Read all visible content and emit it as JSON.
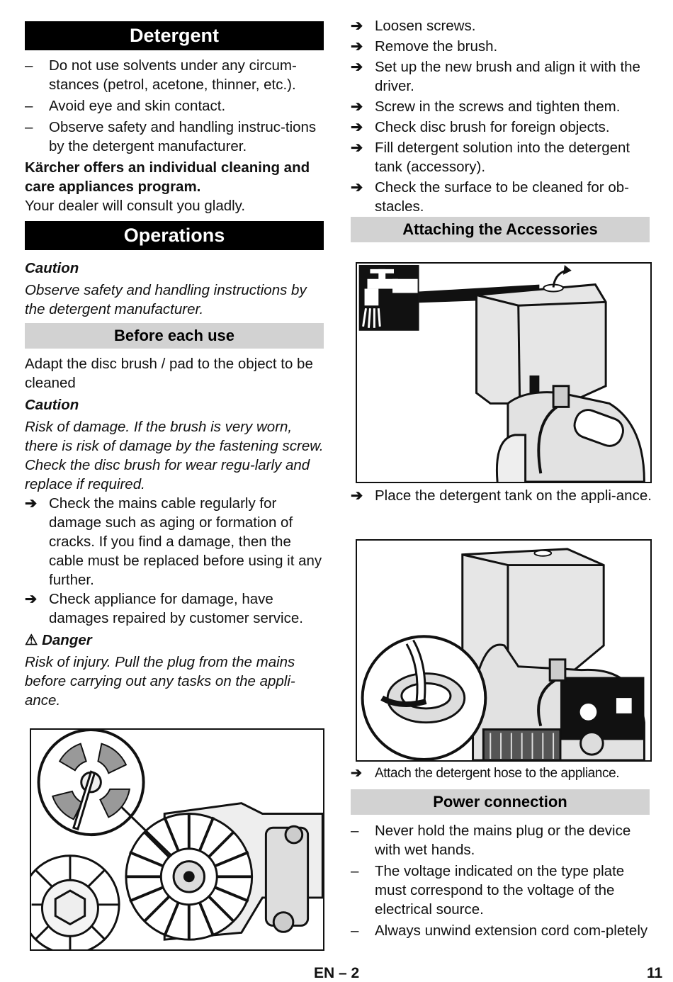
{
  "left": {
    "detergent_title": "Detergent",
    "detergent_items": [
      "Do not use solvents under any circum-stances (petrol, acetone, thinner, etc.).",
      "Avoid eye and skin contact.",
      "Observe safety and handling instruc-tions by the detergent manufacturer."
    ],
    "bold_note": "Kärcher offers an individual cleaning and care appliances program.",
    "dealer_note": "Your dealer will consult you gladly.",
    "operations_title": "Operations",
    "caution1_heading": "Caution",
    "caution1_text": "Observe safety and handling instructions by the detergent manufacturer.",
    "before_use_title": "Before each use",
    "adapt_text": "Adapt the disc brush / pad to the object to be cleaned",
    "caution2_heading": "Caution",
    "caution2_text": "Risk of damage. If the brush is very worn, there is risk of damage by the fastening screw. Check the disc brush for wear regu-larly and replace if required.",
    "check_items": [
      "Check the mains cable regularly for damage such as aging or formation of cracks.  If you find a damage, then the cable must be replaced before using it any further.",
      "Check appliance for damage, have damages repaired by customer service."
    ],
    "danger_heading": "Danger",
    "danger_text": "Risk of injury. Pull the plug from the mains before carrying out any tasks on the appli-ance."
  },
  "right": {
    "steps": [
      "Loosen screws.",
      "Remove the brush.",
      "Set up the new brush and align it with the driver.",
      "Screw in the screws and tighten them.",
      "Check disc brush for foreign objects.",
      "Fill detergent solution into the detergent tank (accessory).",
      "Check the surface to be cleaned for ob-stacles."
    ],
    "accessories_title": "Attaching the Accessories",
    "place_tank_step": "Place the detergent tank on the appli-ance.",
    "attach_hose_step": "Attach the detergent hose to the appliance.",
    "power_title": "Power connection",
    "power_items": [
      "Never hold the mains plug or the device with wet hands.",
      "The voltage indicated on the type plate must correspond to the voltage of the electrical source.",
      "Always unwind extension cord com-pletely"
    ]
  },
  "markers": {
    "dash": "–",
    "arrow": "➔",
    "warning": "⚠"
  },
  "footer": {
    "section": "EN – 2",
    "page": "11"
  }
}
